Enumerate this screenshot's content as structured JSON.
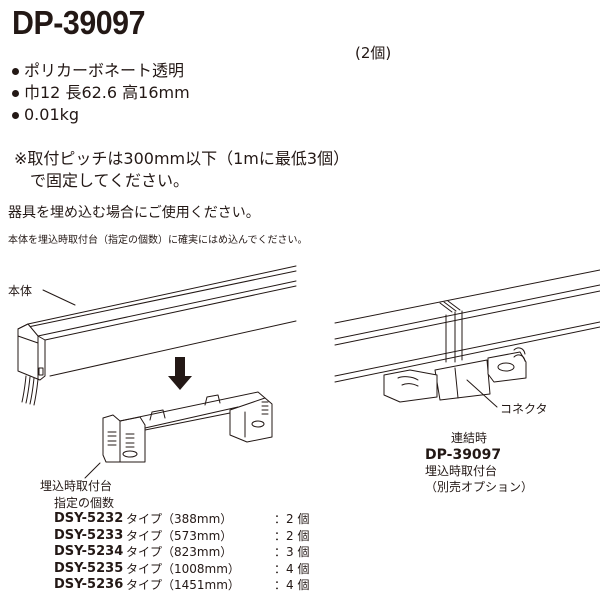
{
  "product": {
    "title": "DP-39097",
    "quantity_note": "(2個)"
  },
  "specs": [
    {
      "text": "ポリカーボネート透明"
    },
    {
      "text": "巾12 長62.6 高16mm"
    },
    {
      "text": "0.01kg"
    }
  ],
  "notes": {
    "pitch_line1": "※取付ピッチは300mm以下（1mに最低3個）",
    "pitch_line2": "で固定してください。",
    "usage": "器具を埋め込む場合にご使用ください。",
    "instruction": "本体を埋込時取付台（指定の個数）に確実にはめ込んでください。"
  },
  "illustration": {
    "left_label_body": "本体",
    "right_label_connector": "コネクタ",
    "right_caption": "連結時",
    "right_option_model": "DP-39097",
    "right_option_name": "埋込時取付台",
    "right_option_note": "（別売オプション）"
  },
  "base_spec": {
    "title": "埋込時取付台",
    "subtitle": "指定の個数",
    "rows": [
      {
        "model": "DSY-5232",
        "desc": "タイプ（388mm）",
        "count": "：2 個"
      },
      {
        "model": "DSY-5233",
        "desc": "タイプ（573mm）",
        "count": "：2 個"
      },
      {
        "model": "DSY-5234",
        "desc": "タイプ（823mm）",
        "count": "：3 個"
      },
      {
        "model": "DSY-5235",
        "desc": "タイプ（1008mm）",
        "count": "：4 個"
      },
      {
        "model": "DSY-5236",
        "desc": "タイプ（1451mm）",
        "count": "：4 個"
      }
    ]
  },
  "colors": {
    "text": "#231815",
    "line": "#231815",
    "background": "#ffffff"
  }
}
